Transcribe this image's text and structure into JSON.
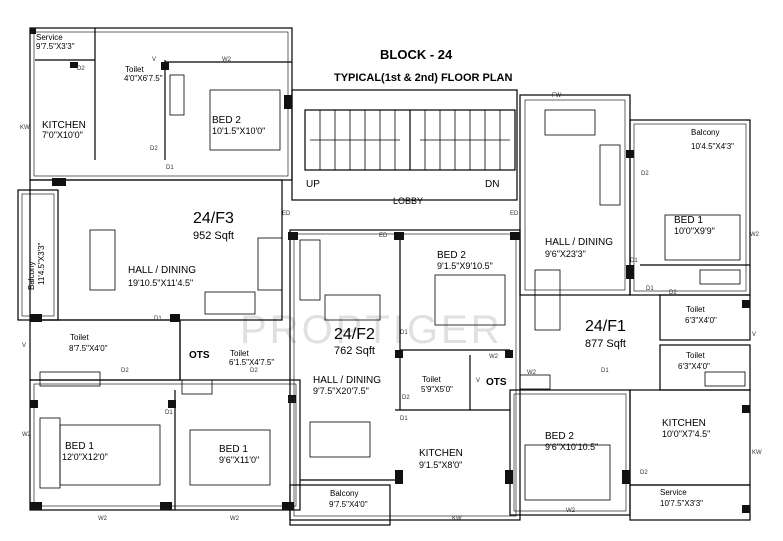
{
  "plan": {
    "block_title": "BLOCK - 24",
    "subtitle": "TYPICAL(1st & 2nd) FLOOR PLAN",
    "watermark": "PROPTIGER"
  },
  "common": {
    "lobby": "LOBBY",
    "up": "UP",
    "dn": "DN"
  },
  "units": {
    "f3": {
      "name": "24/F3",
      "area": "952 Sqft",
      "service": {
        "name": "Service",
        "dim": "9'7.5\"X3'3\""
      },
      "kitchen": {
        "name": "KITCHEN",
        "dim": "7'0\"X10'0\""
      },
      "toilet1": {
        "name": "Toilet",
        "dim": "4'0\"X6'7.5\""
      },
      "bed2": {
        "name": "BED 2",
        "dim": "10'1.5\"X10'0\""
      },
      "hall": {
        "name": "HALL / DINING",
        "dim": "19'10.5\"X11'4.5\""
      },
      "balcony": {
        "name": "Balcony",
        "dim": "11'4.5\"X3'3\""
      },
      "toilet2": {
        "name": "Toilet",
        "dim": "8'7.5\"X4'0\""
      },
      "bed1": {
        "name": "BED 1",
        "dim": "12'0\"X12'0\""
      }
    },
    "f2": {
      "name": "24/F2",
      "area": "762 Sqft",
      "ots": "OTS",
      "ots2": "OTS",
      "toilet1": {
        "name": "Toilet",
        "dim": "6'1.5\"X4'7.5\""
      },
      "bed2": {
        "name": "BED 2",
        "dim": "9'1.5\"X9'10.5\""
      },
      "hall": {
        "name": "HALL / DINING",
        "dim": "9'7.5\"X20'7.5\""
      },
      "toilet2": {
        "name": "Toilet",
        "dim": "5'9\"X5'0\""
      },
      "bed1": {
        "name": "BED 1",
        "dim": "9'6\"X11'0\""
      },
      "kitchen": {
        "name": "KITCHEN",
        "dim": "9'1.5\"X8'0\""
      },
      "balcony": {
        "name": "Balcony",
        "dim": "9'7.5\"X4'0\""
      }
    },
    "f1": {
      "name": "24/F1",
      "area": "877 Sqft",
      "balcony": {
        "name": "Balcony",
        "dim": "10'4.5\"X4'3\""
      },
      "bed1": {
        "name": "BED 1",
        "dim": "10'0\"X9'9\""
      },
      "hall": {
        "name": "HALL / DINING",
        "dim": "9'6\"X23'3\""
      },
      "toilet1": {
        "name": "Toilet",
        "dim": "6'3\"X4'0\""
      },
      "toilet2": {
        "name": "Toilet",
        "dim": "6'3\"X4'0\""
      },
      "bed2": {
        "name": "BED 2",
        "dim": "9'6\"X10'10.5\""
      },
      "kitchen": {
        "name": "KITCHEN",
        "dim": "10'0\"X7'4.5\""
      },
      "service": {
        "name": "Service",
        "dim": "10'7.5\"X3'3\""
      }
    }
  },
  "tags": {
    "d1": "D1",
    "d2": "D2",
    "ed": "ED",
    "v": "V",
    "w2": "W2",
    "kw": "KW",
    "fw": "FW"
  }
}
